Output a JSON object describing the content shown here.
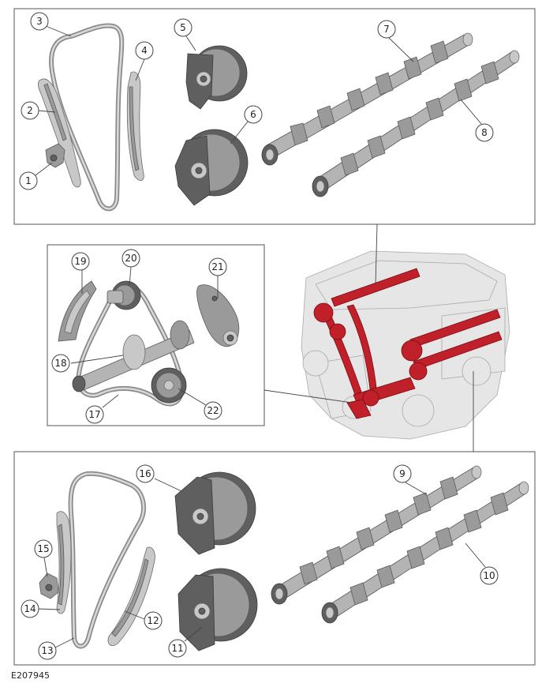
{
  "figure_id": "E207945",
  "callouts": [
    "1",
    "2",
    "3",
    "4",
    "5",
    "6",
    "7",
    "8",
    "9",
    "10",
    "11",
    "12",
    "13",
    "14",
    "15",
    "16",
    "17",
    "18",
    "19",
    "20",
    "21",
    "22"
  ]
}
